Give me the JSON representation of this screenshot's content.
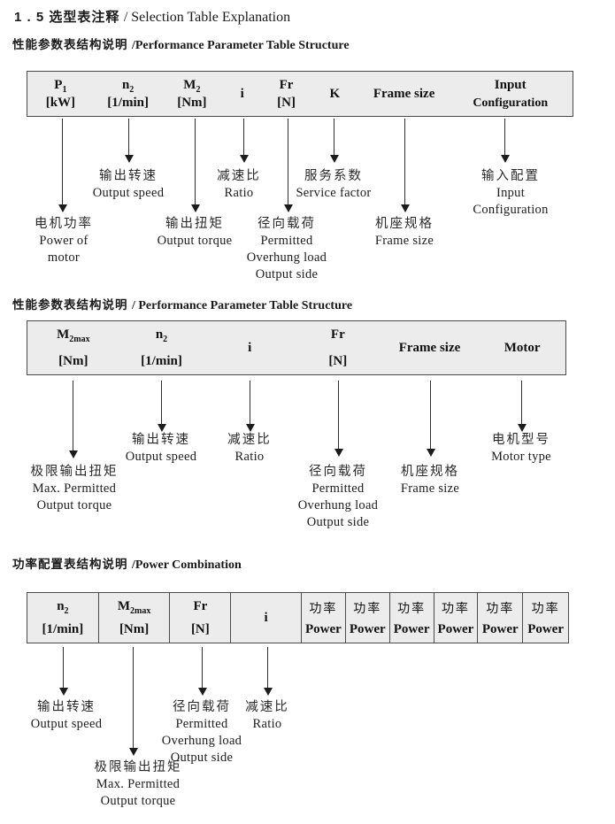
{
  "title": {
    "zh": "1 . 5 选型表注释",
    "en": "/  Selection Table Explanation"
  },
  "sections": {
    "s1_heading": {
      "zh": "性能参数表结构说明",
      "en": "/Performance Parameter Table Structure"
    },
    "s2_heading": {
      "zh": "性能参数表结构说明",
      "en": "/ Performance Parameter Table Structure"
    },
    "s3_heading": {
      "zh": "功率配置表结构说明",
      "en": "/Power Combination"
    }
  },
  "tables": {
    "t1": {
      "p1": {
        "sym": "P",
        "sub": "1",
        "unit": "[kW]"
      },
      "n2": {
        "sym": "n",
        "sub": "2",
        "unit": "[1/min]"
      },
      "m2": {
        "sym": "M",
        "sub": "2",
        "unit": "[Nm]"
      },
      "i": {
        "sym": "i"
      },
      "fr": {
        "sym": "Fr",
        "unit": "[N]"
      },
      "k": {
        "sym": "K"
      },
      "frame": {
        "sym": "Frame size"
      },
      "input": {
        "sym": "Input",
        "unit": "Configuration"
      }
    },
    "t2": {
      "m2max": {
        "sym": "M",
        "sub": "2max",
        "unit": "[Nm]"
      },
      "n2": {
        "sym": "n",
        "sub": "2",
        "unit": "[1/min]"
      },
      "i": {
        "sym": "i"
      },
      "fr": {
        "sym": "Fr",
        "unit": "[N]"
      },
      "frame": {
        "sym": "Frame size"
      },
      "motor": {
        "sym": "Motor"
      }
    },
    "t3": {
      "n2": {
        "sym": "n",
        "sub": "2",
        "unit": "[1/min]"
      },
      "m2max": {
        "sym": "M",
        "sub": "2max",
        "unit": "[Nm]"
      },
      "fr": {
        "sym": "Fr",
        "unit": "[N]"
      },
      "i": {
        "sym": "i"
      },
      "power": {
        "zh": "功率",
        "en": "Power"
      }
    }
  },
  "labels": {
    "motor_power": {
      "zh": "电机功率",
      "en1": "Power of",
      "en2": "motor"
    },
    "output_speed": {
      "zh": "输出转速",
      "en1": "Output speed"
    },
    "output_torque": {
      "zh": "输出扭矩",
      "en1": "Output torque"
    },
    "ratio": {
      "zh": "减速比",
      "en1": "Ratio"
    },
    "overhung": {
      "zh": "径向载荷",
      "en1": "Permitted",
      "en2": "Overhung load",
      "en3": "Output side"
    },
    "service_factor": {
      "zh": "服务系数",
      "en1": "Service factor"
    },
    "frame_size": {
      "zh": "机座规格",
      "en1": "Frame size"
    },
    "input_config": {
      "zh": "输入配置",
      "en1": "Input",
      "en2": "Configuration"
    },
    "max_torque": {
      "zh": "极限输出扭矩",
      "en1": "Max. Permitted",
      "en2": "Output  torque"
    },
    "motor_type": {
      "zh": "电机型号",
      "en1": "Motor type"
    }
  },
  "colors": {
    "table_bg": "#ececec",
    "table_border": "#4a4a4a",
    "text": "#1a1a1a"
  }
}
